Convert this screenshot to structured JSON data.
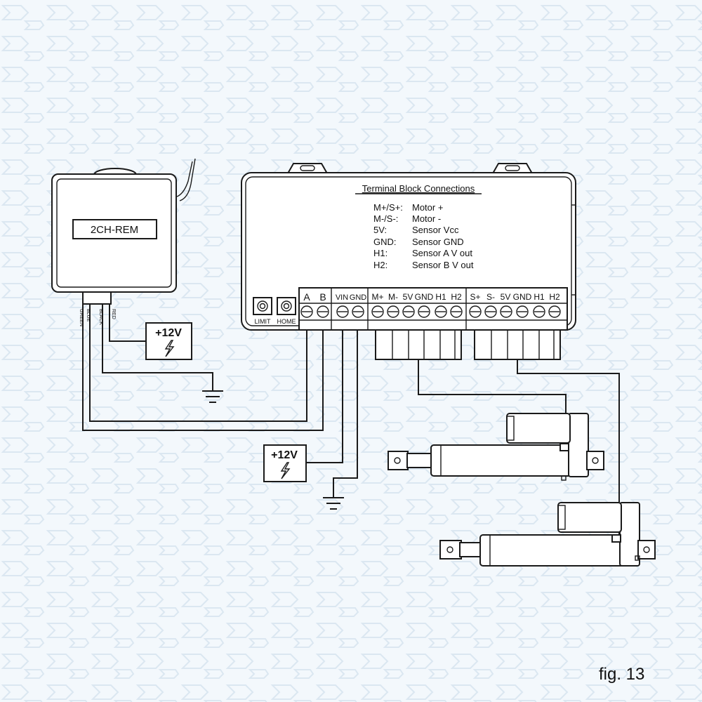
{
  "colors": {
    "background": "#f3f8fc",
    "line": "#1a1a1a",
    "watermark": "#dbe7f1"
  },
  "remote": {
    "label": "2CH-REM",
    "wires": [
      "GREEN",
      "BLUE",
      "BLACK",
      "RED"
    ]
  },
  "power_supply_1": {
    "label": "+12V",
    "icon": "lightning-icon"
  },
  "power_supply_2": {
    "label": "+12V",
    "icon": "lightning-icon"
  },
  "controller": {
    "legend_title": "Terminal Block Connections",
    "legend": [
      {
        "key": "M+/S+:",
        "value": "Motor +"
      },
      {
        "key": "M-/S-:",
        "value": "Motor -"
      },
      {
        "key": "5V:",
        "value": "Sensor Vcc"
      },
      {
        "key": "GND:",
        "value": "Sensor GND"
      },
      {
        "key": "H1:",
        "value": "Sensor A V out"
      },
      {
        "key": "H2:",
        "value": "Sensor B V out"
      }
    ],
    "buttons": {
      "limit": "LIMIT",
      "home": "HOME"
    },
    "terminal_groups": [
      {
        "id": "input",
        "labels": [
          "A",
          "B"
        ]
      },
      {
        "id": "power",
        "labels": [
          "VIN",
          "GND"
        ]
      },
      {
        "id": "motor1",
        "labels": [
          "M+",
          "M-",
          "5V",
          "GND",
          "H1",
          "H2"
        ]
      },
      {
        "id": "motor2",
        "labels": [
          "S+",
          "S-",
          "5V",
          "GND",
          "H1",
          "H2"
        ]
      }
    ]
  },
  "figure_label": "fig. 13"
}
